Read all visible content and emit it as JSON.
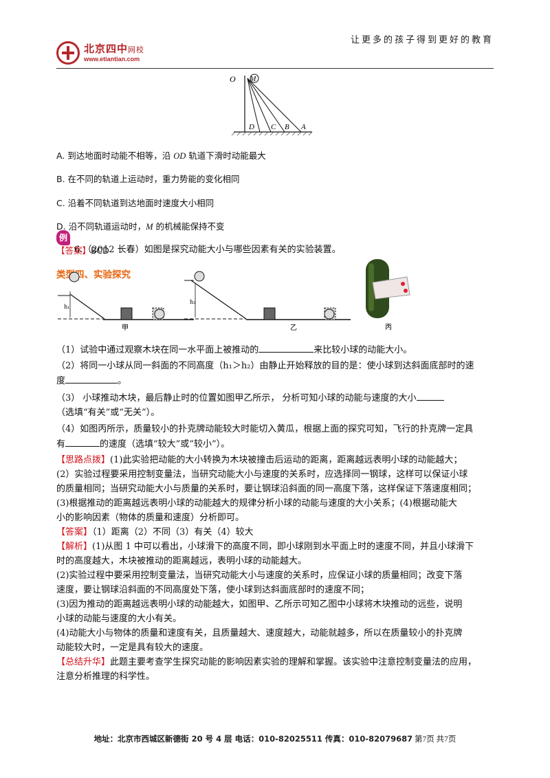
{
  "header": {
    "slogan": "让更多的孩子得到更好的教育",
    "logo_name": "北京四中",
    "logo_suffix": "网校",
    "logo_url": "www.etiantian.com"
  },
  "figure_top": {
    "labels": {
      "o": "O",
      "m": "M",
      "d": "D",
      "c": "C",
      "b": "B",
      "a": "A"
    }
  },
  "question5": {
    "options": [
      {
        "prefix": "A. 到达地面时动能不相等，沿 ",
        "symbol": "OD",
        "suffix": " 轨道下滑时动能最大"
      },
      {
        "prefix": "B. 在不同的轨道上运动时，重力势能的变化相同",
        "symbol": "",
        "suffix": ""
      },
      {
        "prefix": "C. 沿着不同轨道到达地面时速度大小相同",
        "symbol": "",
        "suffix": ""
      },
      {
        "prefix": "D. 沿不同轨道运动时，",
        "symbol": "M",
        "suffix": " 的机械能保持不变"
      }
    ],
    "answer_tag": "【答案】",
    "answer": "BCD"
  },
  "section_heading": "类型四、实验探究",
  "badge": "例",
  "question6": {
    "stem": "6.（2012 长春）如图是探究动能大小与哪些因素有关的实验装置。",
    "figure_labels": {
      "h1": "h₁",
      "h2": "h₂",
      "jia": "甲",
      "yi": "乙",
      "bing": "丙"
    },
    "parts": [
      {
        "a": "（1）试验中通过观察木块在同一水平面上被推动的",
        "b": "来比较小球的动能大小。"
      },
      {
        "a": "（2）将同一小球从同一斜面的不同高度（h₁＞h₂）由静止开始释放的目的是：使小球到达斜面底部时的速",
        "b": ""
      },
      {
        "a": "度",
        "b": "。"
      },
      {
        "a": "（3） 小球推动木块，最后静止时的位置如图甲乙所示， 分析可知小球的动能与速度的大小",
        "b": ""
      },
      {
        "a": "（选填“有关”或“无关”）。",
        "b": ""
      },
      {
        "a": "（4）如图丙所示，质量较小的扑克牌动能较大时能切入黄瓜，根据上面的探究可知，飞行的扑克牌一定具",
        "b": ""
      },
      {
        "a": "有",
        "b": "的速度（选填“较大”或“较小”）。"
      }
    ],
    "thinking_tag": "【思路点拨】",
    "thinking": [
      "(1)此实验把动能的大小转换为木块被撞击后运动的距离，距离越远表明小球的动能越大；",
      "(2）实验过程要采用控制变量法，当研究动能大小与速度的关系时，应选择同一钢球，这样可以保证小球",
      "的质量相同；当研究动能大小与质量的关系时，要让钢球沿斜面的同一高度下落，这样保证下落速度相同；",
      "(3)根据推动的距离越远表明小球的动能越大的规律分析小球的动能与速度的大小关系；(4)根据动能大",
      "小的影响因素（物体的质量和速度）分析即可。"
    ],
    "answer_tag": "【答案】",
    "answer": "（1）距离（2）不同（3）有关（4）较大",
    "analysis_tag": "【解析】",
    "analysis": [
      "(1)从图 1 中可以看出，小球滑下的高度不同，即小球刚到水平面上时的速度不同，并且小球滑下",
      "时的高度越大，木块被推动的距离越远，表明小球的动能越大。",
      "(2)实验过程中要采用控制变量法，当研究动能大小与速度的关系时，应保证小球的质量相同；改变下落",
      "速度，要让钢球沿斜面的不同高度处下落，使小球到达斜面底部时的速度不同；",
      "(3)因为推动的距离越远表明小球的动能越大，如图甲、乙所示可知乙图中小球将木块推动的远些，说明",
      "小球的动能与速度的大小有关。",
      "(4)动能大小与物体的质量和速度有关，且质量越大、速度越大，动能就越多，所以在质量较小的扑克牌",
      "动能较大时，一定是具有较大的速度。"
    ],
    "summary_tag": "【总结升华】",
    "summary": [
      "此题主要考查学生探究动能的影响因素实验的理解和掌握。该实验中注意控制变量法的应用，",
      "注意分析推理的科学性。"
    ]
  },
  "footer": {
    "address": "地址：北京市西城区新德街 20 号 4 层  电话：010-82025511  传真：010-82079687",
    "page": "  第7页  共7页"
  }
}
